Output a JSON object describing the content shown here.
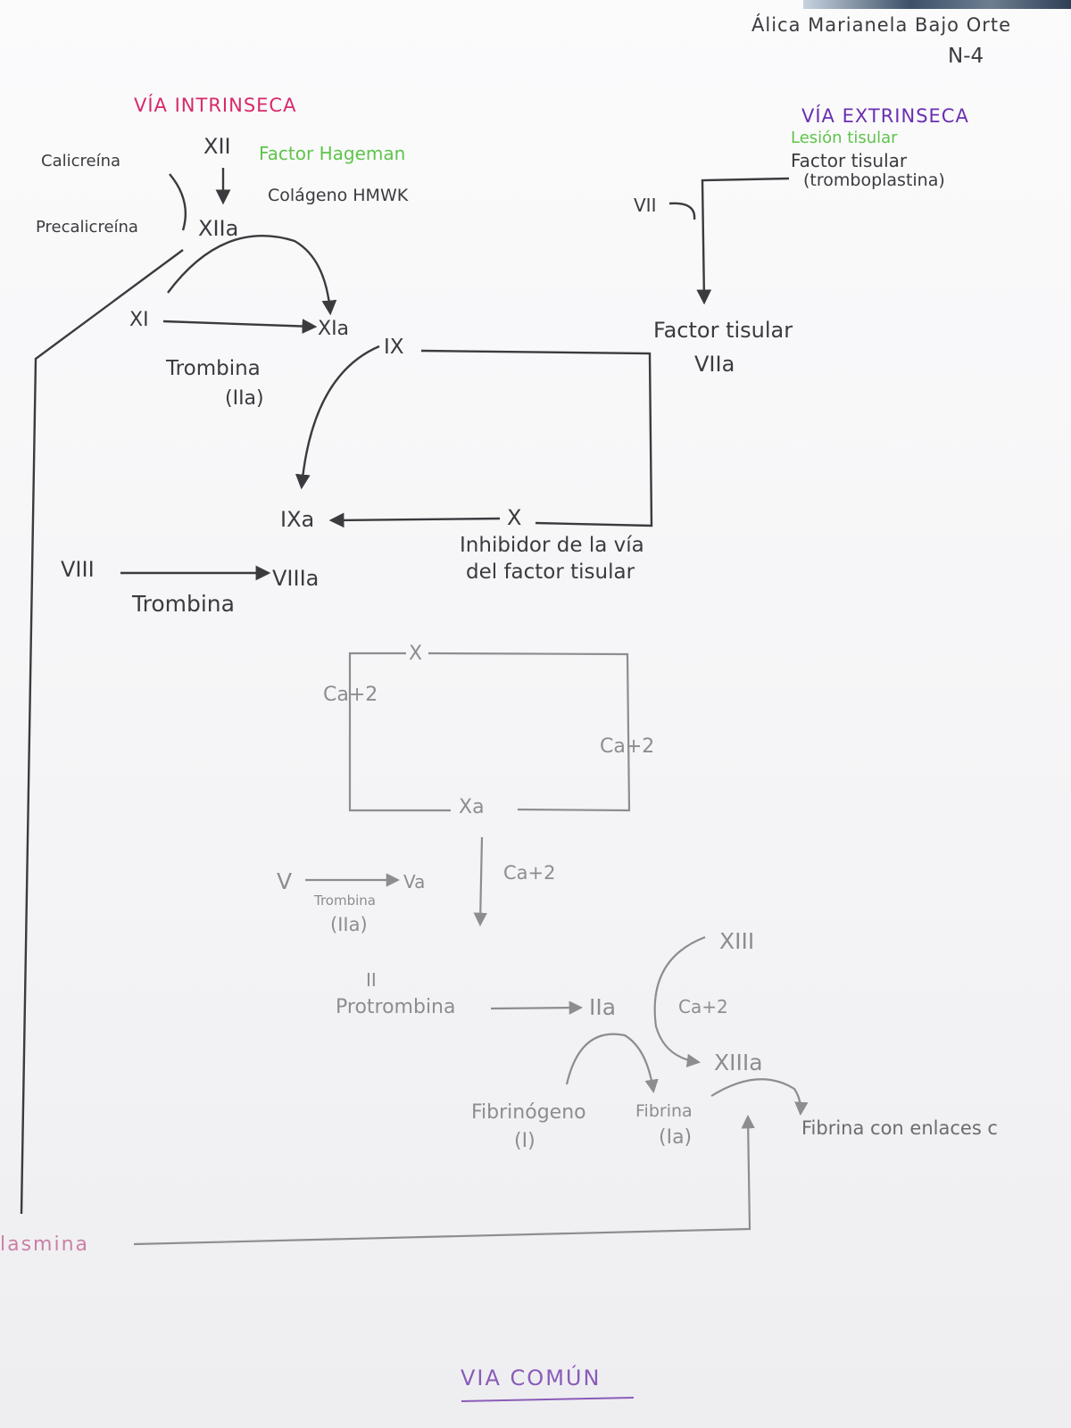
{
  "author": {
    "name": "Álica Marianela Bajo Orte",
    "group": "N-4"
  },
  "intrinsic": {
    "title": "VÍA INTRINSECA",
    "xii": "XII",
    "hageman": "Factor Hageman",
    "collagen": "Colágeno HMWK",
    "calicreina": "Calicreína",
    "precalicreina": "Precalicreína",
    "xiia": "XIIa",
    "xi": "XI",
    "xia": "XIa",
    "trombina": "Trombina",
    "trombina_code": "(IIa)",
    "ix": "IX",
    "ixa": "IXa",
    "viii": "VIII",
    "viiia": "VIIIa",
    "viii_enzyme": "Trombina"
  },
  "extrinsic": {
    "title": "VÍA EXTRINSECA",
    "lesion": "Lesión tisular",
    "factor": "Factor tisular",
    "factor_alt": "(tromboplastina)",
    "vii": "VII",
    "tf_line1": "Factor tisular",
    "tf_line2": "VIIa",
    "x": "X",
    "inhibitor_line1": "Inhibidor de la vía",
    "inhibitor_line2": "del factor tisular"
  },
  "common": {
    "x": "X",
    "ca_left": "Ca+2",
    "ca_right": "Ca+2",
    "xa": "Xa",
    "ca_down": "Ca+2",
    "v": "V",
    "va": "Va",
    "v_enzyme": "Trombina",
    "v_enzyme_code": "(IIa)",
    "ii": "II",
    "protrombina": "Protrombina",
    "iia": "IIa",
    "xiii": "XIII",
    "ca_xiii": "Ca+2",
    "xiiia": "XIIIa",
    "fibrinogeno": "Fibrinógeno",
    "fibrinogeno_code": "(I)",
    "fibrina": "Fibrina",
    "fibrina_code": "(Ia)",
    "fibrina_enlaces": "Fibrina con enlaces c",
    "plasmina": "lasmina",
    "footer": "VIA COMÚN"
  },
  "colors": {
    "pink": "#d8296b",
    "purple": "#6a2fb0",
    "green": "#5fc44a",
    "ink": "#3b3b3f",
    "pencil": "#8d8d91",
    "plasmin_pink": "#cc7fa6",
    "footer_purple": "#8a5cb8"
  }
}
